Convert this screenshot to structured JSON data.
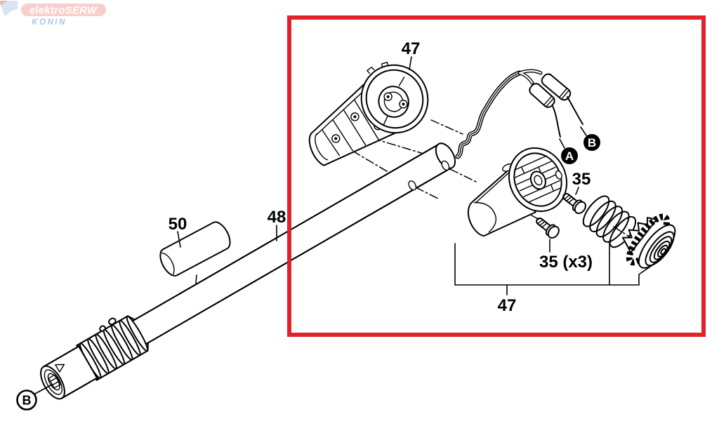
{
  "meta": {
    "type": "exploded-parts-diagram",
    "subject": "power-tool shaft and gearbox assembly"
  },
  "colors": {
    "accent": "#e3212b",
    "ink": "#000000",
    "paper": "#ffffff",
    "badge": "#f6cbc5",
    "brand": "#ffffff",
    "city": "#a9c6e6",
    "map": "#cadeee"
  },
  "watermark": {
    "brand": "elektroSERW",
    "city": "KONIN"
  },
  "labels": {
    "housing_top": "47",
    "shaft": "48",
    "sleeve": "50",
    "screw": "35",
    "screw_x3": "35 (x3)",
    "assembly_bottom": "47"
  },
  "callouts": {
    "a": "A",
    "b_top": "B",
    "b_bottom": "B"
  }
}
